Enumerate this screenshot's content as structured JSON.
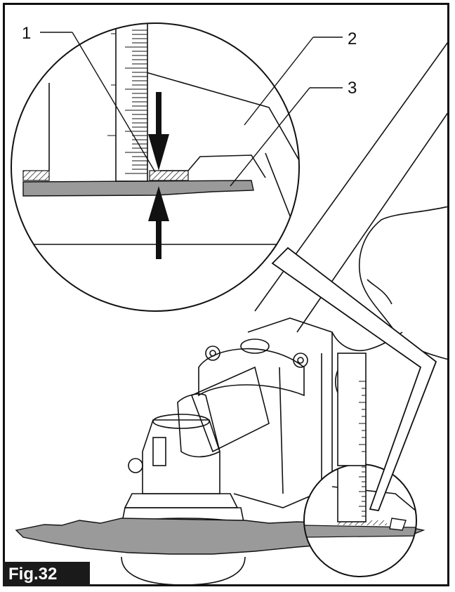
{
  "figure": {
    "label": "Fig.32"
  },
  "callouts": [
    {
      "number": "1",
      "target": "measuring-gap"
    },
    {
      "number": "2",
      "target": "protector"
    },
    {
      "number": "3",
      "target": "blade"
    }
  ],
  "colors": {
    "line": "#111111",
    "blade": "#9a9a9a",
    "label_bg": "#1a1a1a",
    "label_text": "#ffffff"
  }
}
